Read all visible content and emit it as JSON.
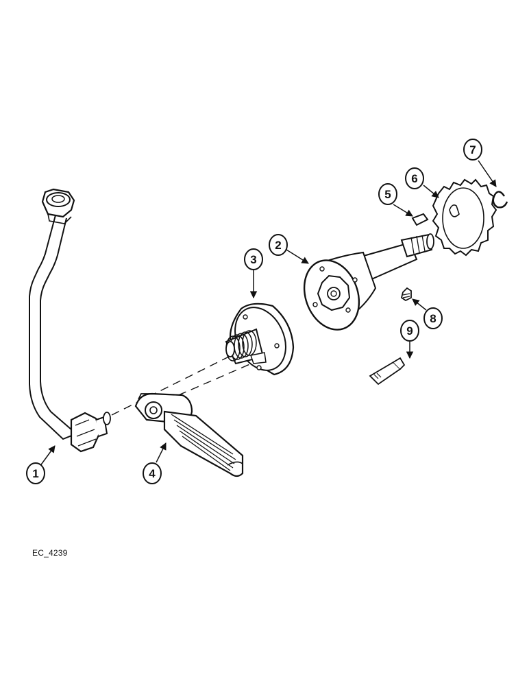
{
  "figure": {
    "reference_code": "EC_4239",
    "callouts": [
      "1",
      "2",
      "3",
      "4",
      "5",
      "6",
      "7",
      "8",
      "9"
    ]
  }
}
